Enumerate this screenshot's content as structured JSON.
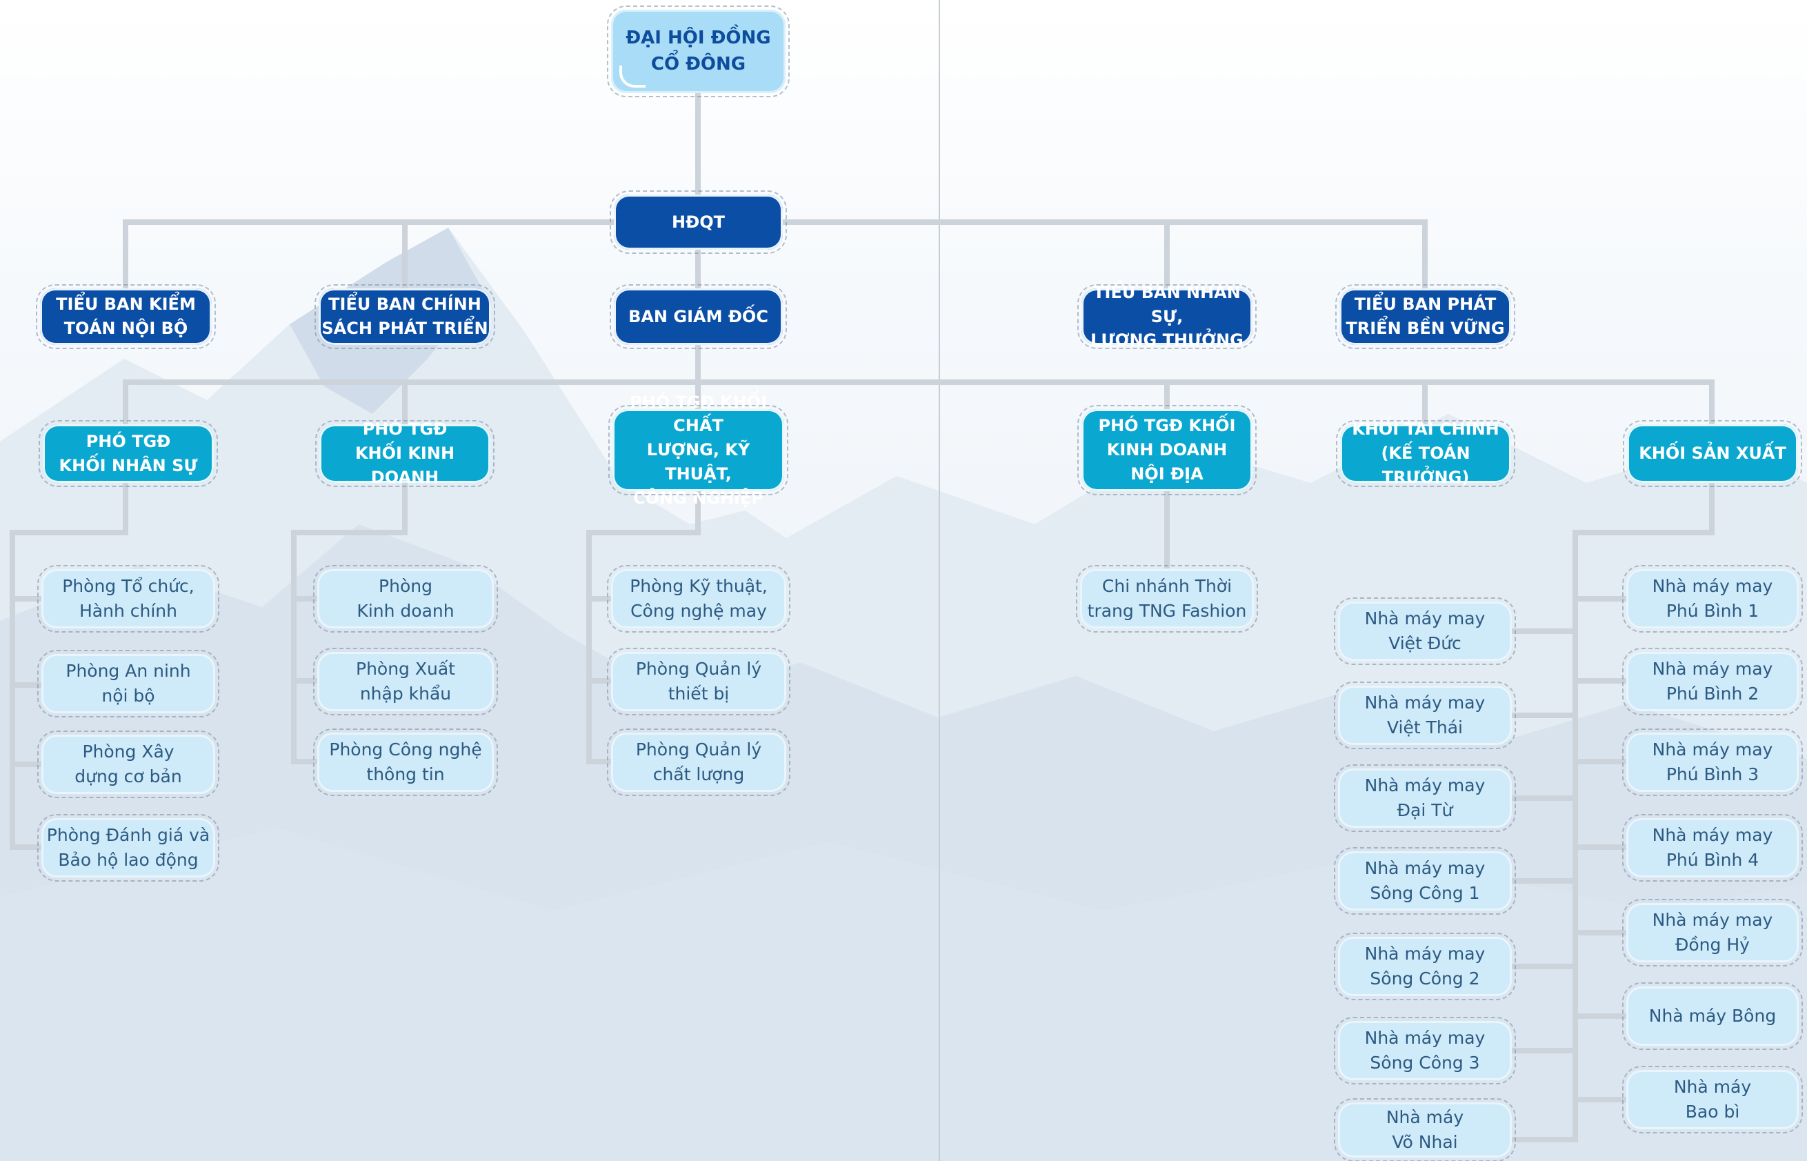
{
  "nodes": {
    "dai_hoi_dong_co_dong": "ĐẠI HỘI ĐỒNG\nCỔ ĐÔNG",
    "hdqt": "HĐQT",
    "tieu_ban_kiem_toan": "TIỂU BAN KIỂM\nTOÁN NỘI BỘ",
    "tieu_ban_chinh_sach": "TIỂU BAN CHÍNH\nSÁCH PHÁT TRIỂN",
    "ban_giam_doc": "BAN GIÁM ĐỐC",
    "tieu_ban_nhan_su": "TIỂU BAN NHÂN SỰ,\nLƯƠNG THƯỞNG",
    "tieu_ban_phat_trien": "TIỂU BAN PHÁT\nTRIỂN BỀN VỮNG",
    "pho_tgd_nhan_su": "PHÓ TGĐ\nKHỐI NHÂN SỰ",
    "pho_tgd_kinh_doanh": "PHÓ TGĐ\nKHỐI KINH DOANH",
    "pho_tgd_chat_luong": "PHÓ TGĐ KHỐI CHẤT\nLƯỢNG, KỸ THUẬT,\nCÔNG NGHIỆP",
    "pho_tgd_noi_dia": "PHÓ TGĐ KHỐI\nKINH DOANH\nNỘI ĐỊA",
    "khoi_tai_chinh": "KHỐI TÀI CHÍNH\n(KẾ TOÁN TRƯỞNG)",
    "khoi_san_xuat": "KHỐI SẢN XUẤT",
    "phong_to_chuc": "Phòng Tổ chức,\nHành chính",
    "phong_an_ninh": "Phòng An ninh\nnội bộ",
    "phong_xay_dung": "Phòng Xây\ndựng cơ bản",
    "phong_danh_gia": "Phòng Đánh giá và\nBảo hộ lao động",
    "phong_kinh_doanh": "Phòng\nKinh doanh",
    "phong_xuat_nhap_khau": "Phòng Xuất\nnhập khẩu",
    "phong_cntt": "Phòng Công nghệ\nthông tin",
    "phong_ky_thuat": "Phòng Kỹ thuật,\nCông nghệ may",
    "phong_thiet_bi": "Phòng Quản lý\nthiết bị",
    "phong_chat_luong": "Phòng Quản lý\nchất lượng",
    "chi_nhanh_tng": "Chi nhánh Thời\ntrang TNG Fashion",
    "nm_viet_duc": "Nhà máy may\nViệt Đức",
    "nm_viet_thai": "Nhà máy may\nViệt Thái",
    "nm_dai_tu": "Nhà máy may\nĐại Từ",
    "nm_song_cong_1": "Nhà máy may\nSông Công 1",
    "nm_song_cong_2": "Nhà máy may\nSông Công 2",
    "nm_song_cong_3": "Nhà máy may\nSông Công 3",
    "nm_vo_nhai": "Nhà máy\nVõ Nhai",
    "nm_phu_binh_1": "Nhà máy may\nPhú Bình 1",
    "nm_phu_binh_2": "Nhà máy may\nPhú Bình 2",
    "nm_phu_binh_3": "Nhà máy may\nPhú Bình 3",
    "nm_phu_binh_4": "Nhà máy may\nPhú Bình 4",
    "nm_dong_hy": "Nhà máy may\nĐồng Hỷ",
    "nm_bong": "Nhà máy Bông",
    "nm_bao_bi": "Nhà máy\nBao bì"
  },
  "colors": {
    "top_level": "#a9dcf7",
    "board": "#0a4ea6",
    "division": "#0aa7d1",
    "unit": "#cfeaf8",
    "connector": "#ccd3da"
  }
}
